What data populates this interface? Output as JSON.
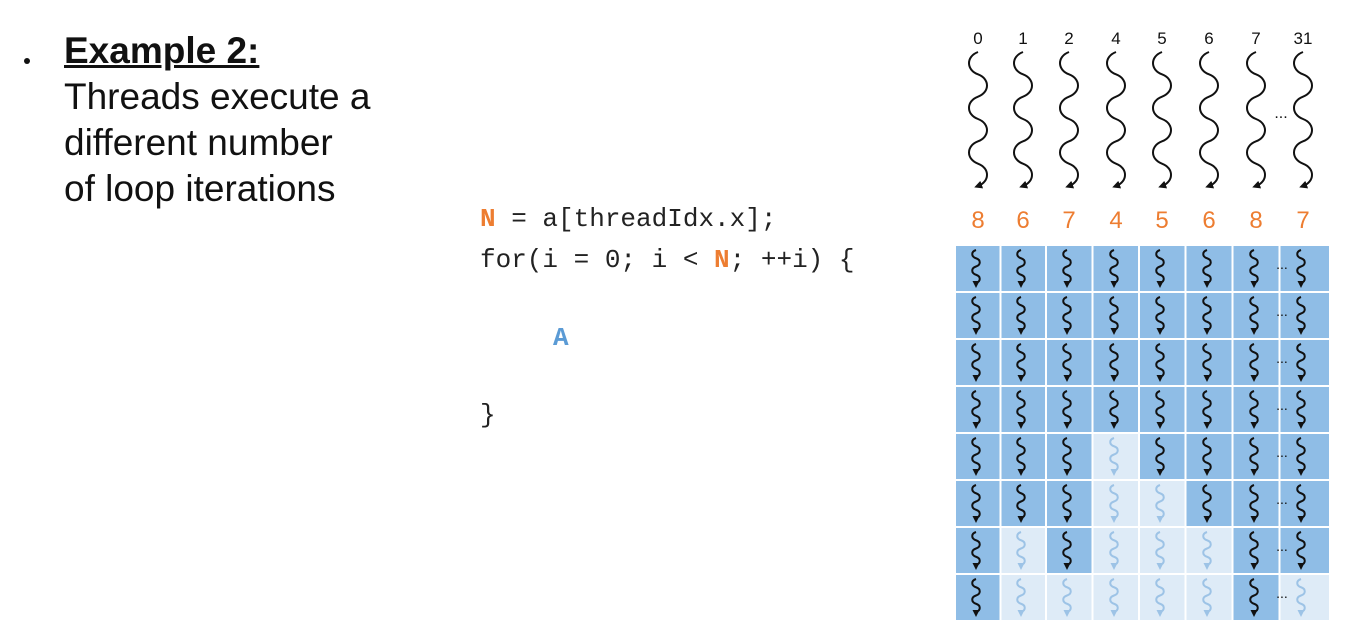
{
  "slide": {
    "example_title": "Example 2:",
    "description_lines": [
      "Threads execute a",
      "different number",
      "of loop iterations"
    ]
  },
  "code": {
    "line1": {
      "var": "N",
      "rest": " = a[threadIdx.x];"
    },
    "line2": {
      "pre": "for(i = 0; i < ",
      "var": "N",
      "post": "; ++i) {"
    },
    "body": "A",
    "close": "}"
  },
  "diagram": {
    "thread_ids": [
      "0",
      "1",
      "2",
      "4",
      "5",
      "6",
      "7",
      "31"
    ],
    "iteration_counts": [
      8,
      6,
      7,
      4,
      5,
      6,
      8,
      7
    ],
    "total_rows": 8,
    "ellipsis": "...",
    "colors": {
      "active_cell": "#8FBDE6",
      "inactive_cell": "#DEEBF7",
      "active_thread": "#111111",
      "inactive_thread": "#9DC3E6",
      "count_label": "#ED7D31",
      "code_var": "#ED7D31",
      "code_body": "#5B9BD5"
    }
  }
}
